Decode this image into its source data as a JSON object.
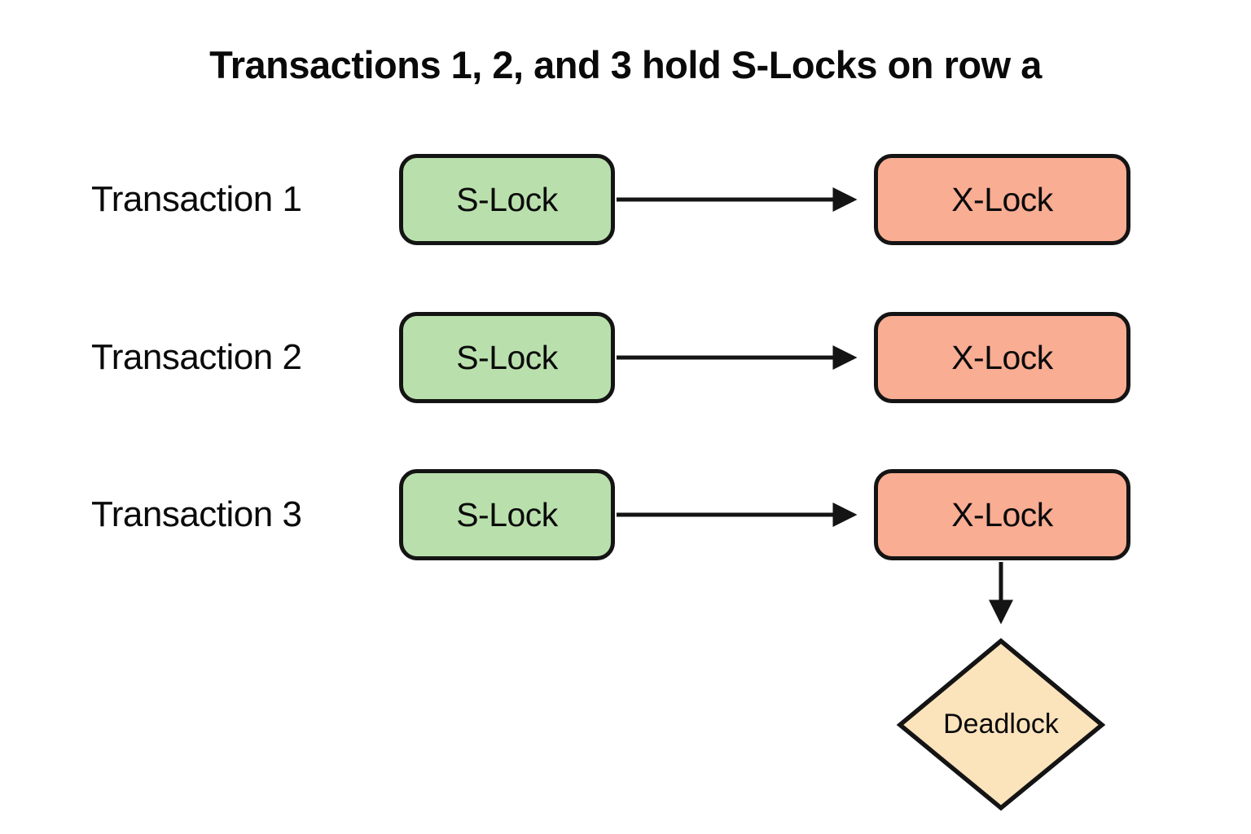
{
  "title": "Transactions 1, 2, and 3 hold S-Locks on row a",
  "rows": [
    {
      "label": "Transaction 1",
      "s_lock": "S-Lock",
      "x_lock": "X-Lock"
    },
    {
      "label": "Transaction 2",
      "s_lock": "S-Lock",
      "x_lock": "X-Lock"
    },
    {
      "label": "Transaction 3",
      "s_lock": "S-Lock",
      "x_lock": "X-Lock"
    }
  ],
  "deadlock": {
    "label": "Deadlock"
  },
  "colors": {
    "s_lock_fill": "#b9e0ac",
    "x_lock_fill": "#f9ad93",
    "deadlock_fill": "#fbe3bc",
    "border": "#141414",
    "arrow": "#141414",
    "background": "#ffffff",
    "text": "#0a0a0a"
  }
}
